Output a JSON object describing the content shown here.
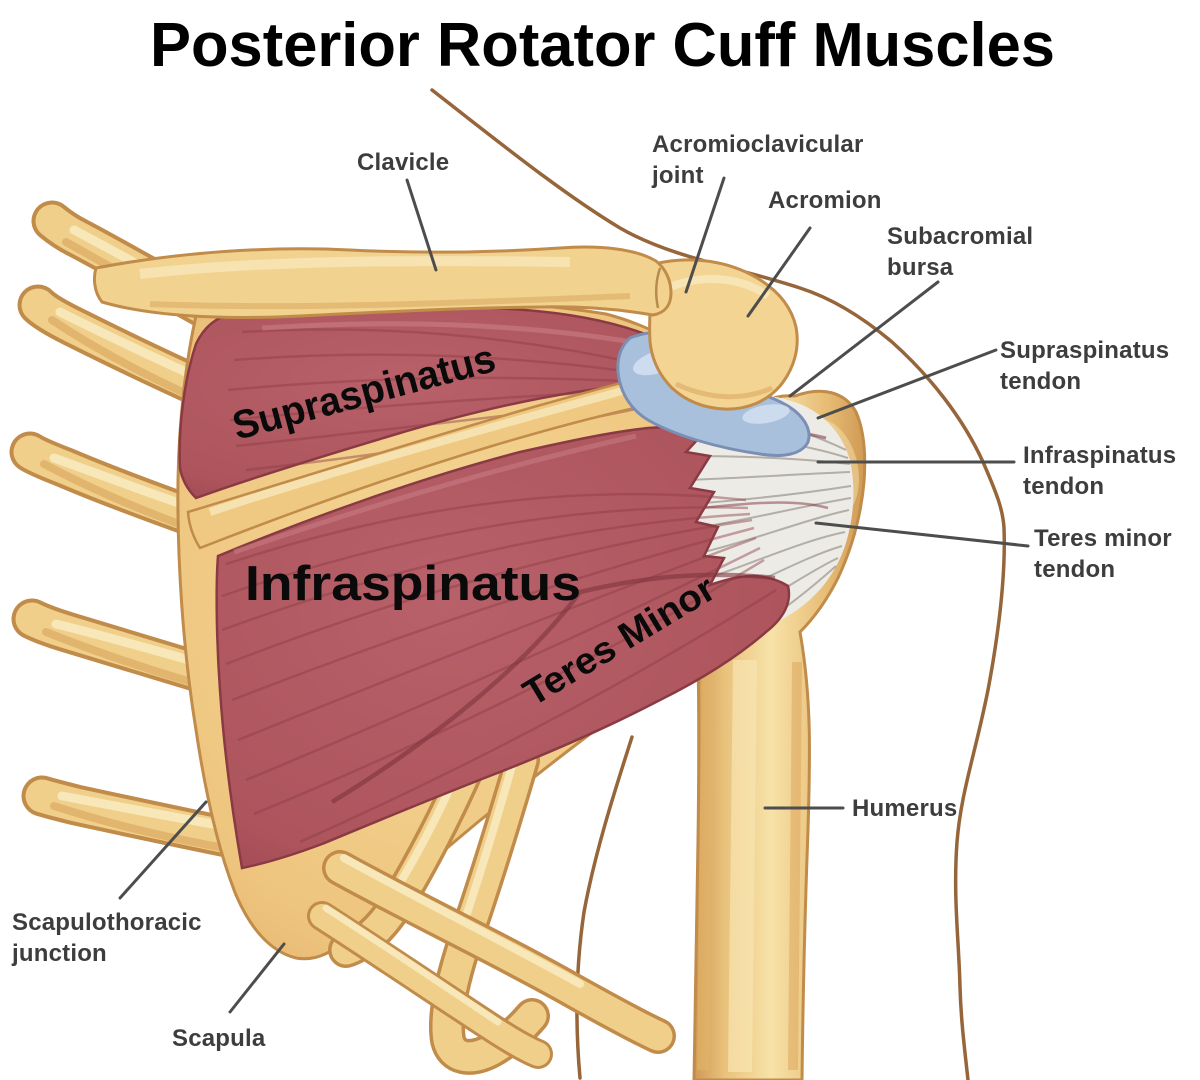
{
  "title": "Posterior Rotator Cuff Muscles",
  "muscle_labels": {
    "supraspinatus": "Supraspinatus",
    "infraspinatus": "Infraspinatus",
    "teres_minor": "Teres Minor"
  },
  "annotations": {
    "clavicle": {
      "line1": "Clavicle"
    },
    "acromioclavicular_joint": {
      "line1": "Acromioclavicular",
      "line2": "joint"
    },
    "acromion": {
      "line1": "Acromion"
    },
    "subacromial_bursa": {
      "line1": "Subacromial",
      "line2": "bursa"
    },
    "supraspinatus_tendon": {
      "line1": "Supraspinatus",
      "line2": "tendon"
    },
    "infraspinatus_tendon": {
      "line1": "Infraspinatus",
      "line2": "tendon"
    },
    "teres_minor_tendon": {
      "line1": "Teres minor",
      "line2": "tendon"
    },
    "humerus": {
      "line1": "Humerus"
    },
    "scapulothoracic_junction": {
      "line1": "Scapulothoracic",
      "line2": "junction"
    },
    "scapula": {
      "line1": "Scapula"
    }
  },
  "colors": {
    "background": "#ffffff",
    "bone": "#f0cf8a",
    "bone_shadow": "#dca964",
    "bone_outline": "#c18b4a",
    "bone_highlight": "#f9ecc4",
    "muscle": "#b05960",
    "muscle_dark": "#8a3a43",
    "muscle_highlight": "#cf858b",
    "tendon": "#edebe6",
    "tendon_striation": "#a9a49b",
    "bursa": "#a9c0dd",
    "bursa_outline": "#7b8fb5",
    "bursa_highlight": "#d4e1f1",
    "body_outline": "#96653a",
    "leader_line": "#4d4d4d",
    "label_text": "#3d3d3d",
    "title_text": "#000000"
  }
}
